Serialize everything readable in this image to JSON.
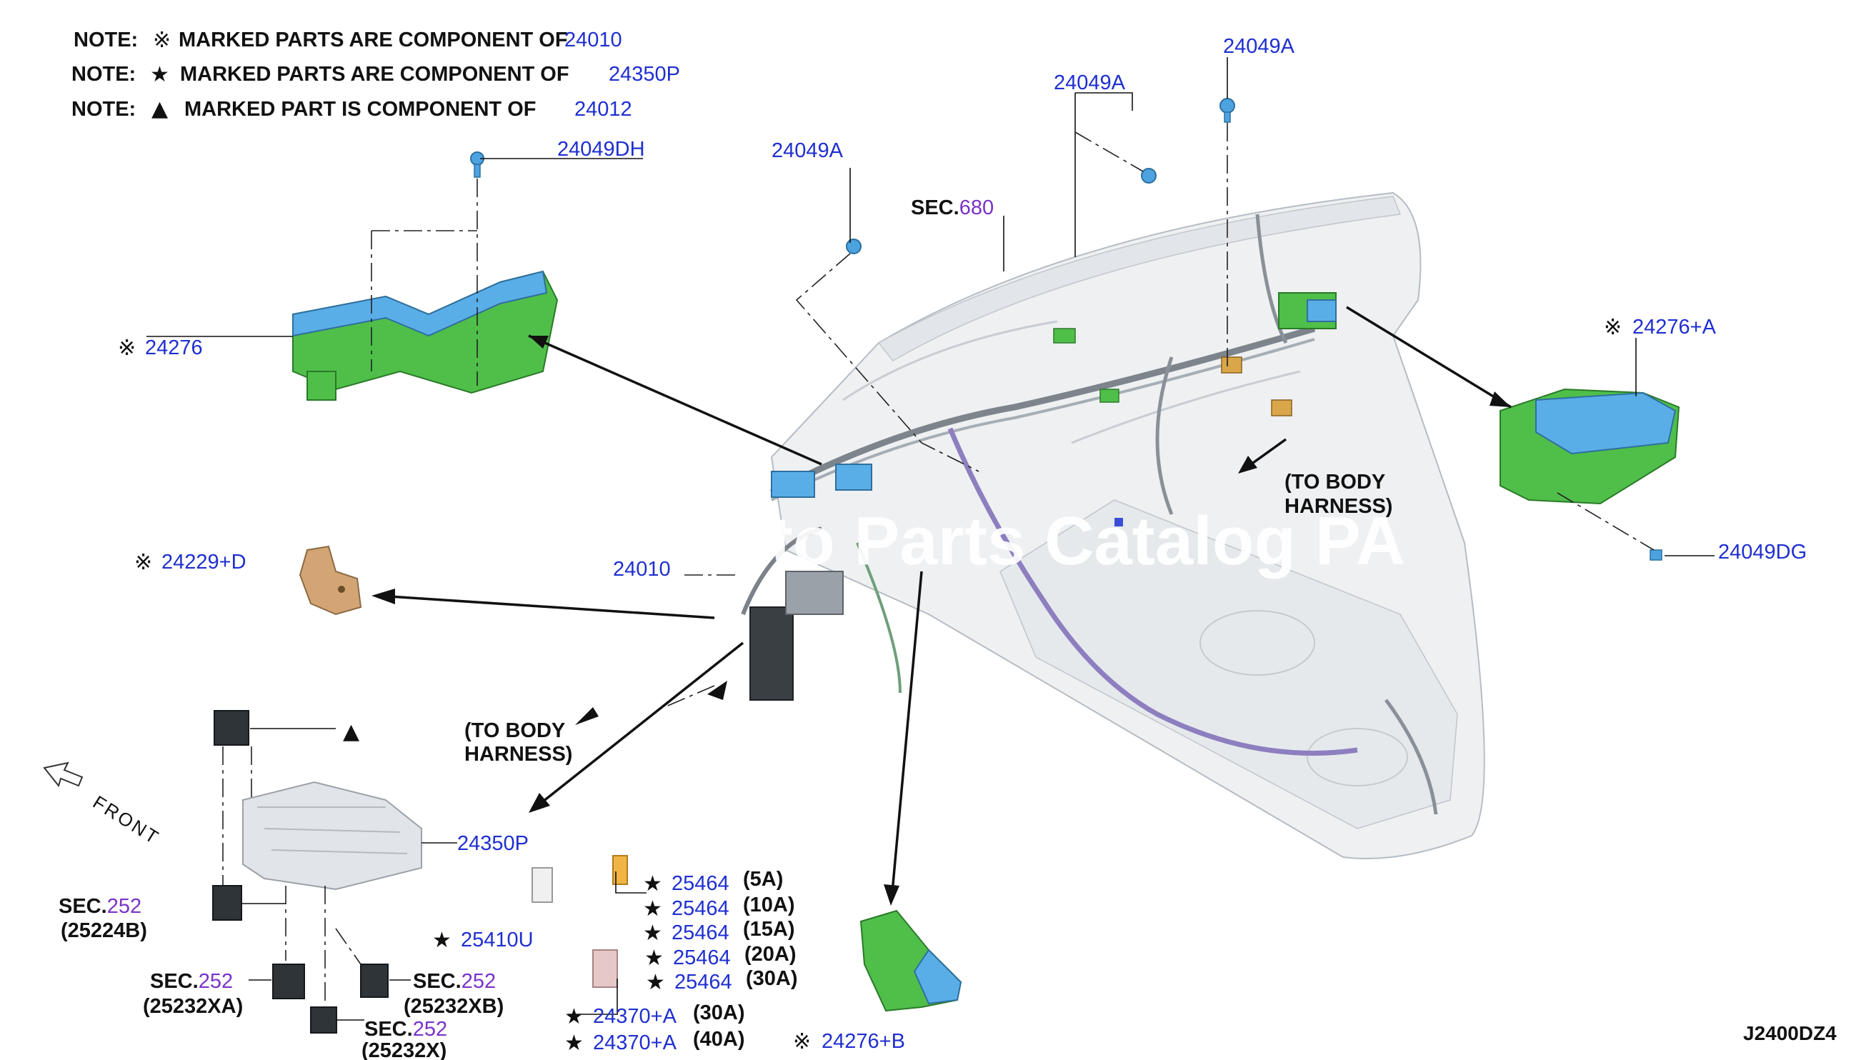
{
  "notes": [
    {
      "prefix": "NOTE:",
      "symbol": "※",
      "text": "MARKED PARTS ARE COMPONENT OF",
      "part": "24010"
    },
    {
      "prefix": "NOTE:",
      "symbol": "★",
      "text": "MARKED PARTS ARE COMPONENT OF",
      "part": "24350P"
    },
    {
      "prefix": "NOTE:",
      "symbol": "▲",
      "text": "MARKED PART IS COMPONENT OF",
      "part": "24012"
    }
  ],
  "parts": {
    "p24049DH": "24049DH",
    "p24049A_1": "24049A",
    "p24049A_2": "24049A",
    "p24049A_3": "24049A",
    "p24276": "24276",
    "p24276A": "24276+A",
    "p24049DG": "24049DG",
    "p24229D": "24229+D",
    "p24010": "24010",
    "p24350P": "24350P",
    "p25410U": "25410U",
    "p25464_1": "25464",
    "p25464_2": "25464",
    "p25464_3": "25464",
    "p25464_4": "25464",
    "p25464_5": "25464",
    "p24370A_1": "24370+A",
    "p24370A_2": "24370+A",
    "p24276B": "24276+B"
  },
  "ratings": {
    "r5": "(5A)",
    "r10": "(10A)",
    "r15": "(15A)",
    "r20": "(20A)",
    "r30": "(30A)",
    "r30b": "(30A)",
    "r40": "(40A)"
  },
  "sections": {
    "sec680": {
      "prefix": "SEC.",
      "num": "680"
    },
    "sec252a": {
      "prefix": "SEC.",
      "num": "252",
      "sub": "(25224B)"
    },
    "sec252b": {
      "prefix": "SEC.",
      "num": "252",
      "sub": "(25232XA)"
    },
    "sec252c": {
      "prefix": "SEC.",
      "num": "252",
      "sub": "(25232XB)"
    },
    "sec252d": {
      "prefix": "SEC.",
      "num": "252",
      "sub": "(25232X)"
    }
  },
  "labels": {
    "to_body_1a": "(TO BODY",
    "to_body_1b": "HARNESS)",
    "to_body_2a": "(TO BODY",
    "to_body_2b": "HARNESS)",
    "front": "FRONT",
    "diagram_code": "J2400DZ4",
    "watermark": "Auto Parts Catalog PA"
  },
  "symbols": {
    "kome": "※",
    "star": "★",
    "triangle": "▲"
  },
  "colors": {
    "link": "#1f2fd0",
    "section": "#7a32c8",
    "module_blue": "#5aaee8",
    "module_green": "#4fbf4a"
  }
}
